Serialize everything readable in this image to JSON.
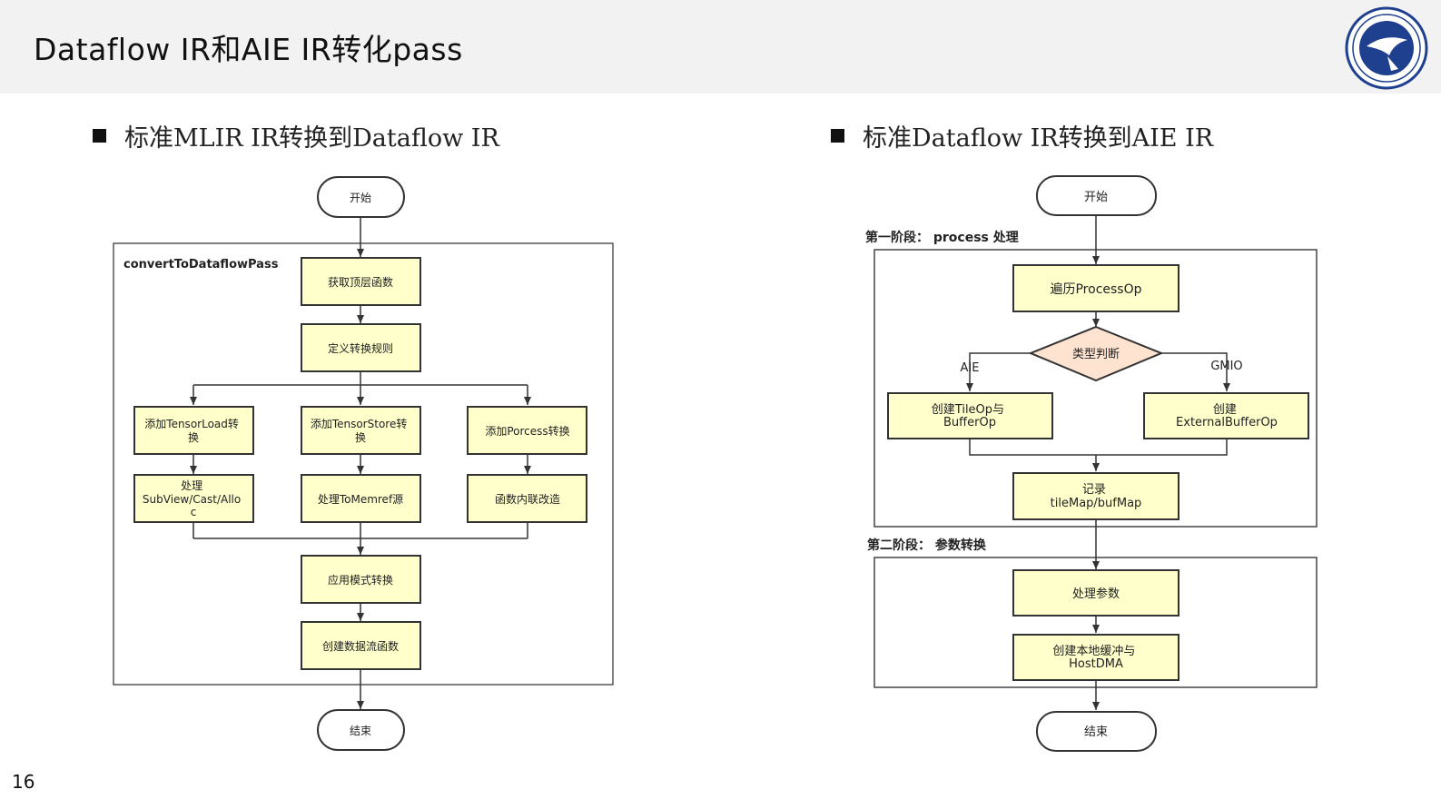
{
  "slide": {
    "title": "Dataflow IR和AIE IR转化pass",
    "page_number": "16"
  },
  "left": {
    "heading": "标准MLIR IR转换到Dataflow IR",
    "start": "开始",
    "container_label": "convertToDataflowPass",
    "step1": "获取顶层函数",
    "step2": "定义转换规则",
    "branch1_a": [
      "添加TensorLoad转",
      "换"
    ],
    "branch2_a": [
      "添加TensorStore转",
      "换"
    ],
    "branch3_a": "添加Porcess转换",
    "branch1_b": [
      "处理",
      "SubView/Cast/Allo",
      "c"
    ],
    "branch2_b": "处理ToMemref源",
    "branch3_b": "函数内联改造",
    "step3": "应用模式转换",
    "step4": "创建数据流函数",
    "end": "结束"
  },
  "right": {
    "heading": "标准Dataflow IR转换到AIE IR",
    "start": "开始",
    "phase1_label": "第一阶段：  process 处理",
    "iterate": "遍历ProcessOp",
    "decision": "类型判断",
    "aie_label": "AIE",
    "gmio_label": "GMIO",
    "create_tile": [
      "创建TileOp与",
      "BufferOp"
    ],
    "create_external": [
      "创建",
      "ExternalBufferOp"
    ],
    "record": [
      "记录",
      "tileMap/bufMap"
    ],
    "phase2_label": "第二阶段：  参数转换",
    "handle_params": "处理参数",
    "create_local": [
      "创建本地缓冲与",
      "HostDMA"
    ],
    "end": "结束"
  },
  "colors": {
    "process_fill": "#ffffcc",
    "decision_fill": "#fde3d0",
    "header_bg": "#f2f2f2",
    "logo_blue": "#1f3f8f"
  }
}
